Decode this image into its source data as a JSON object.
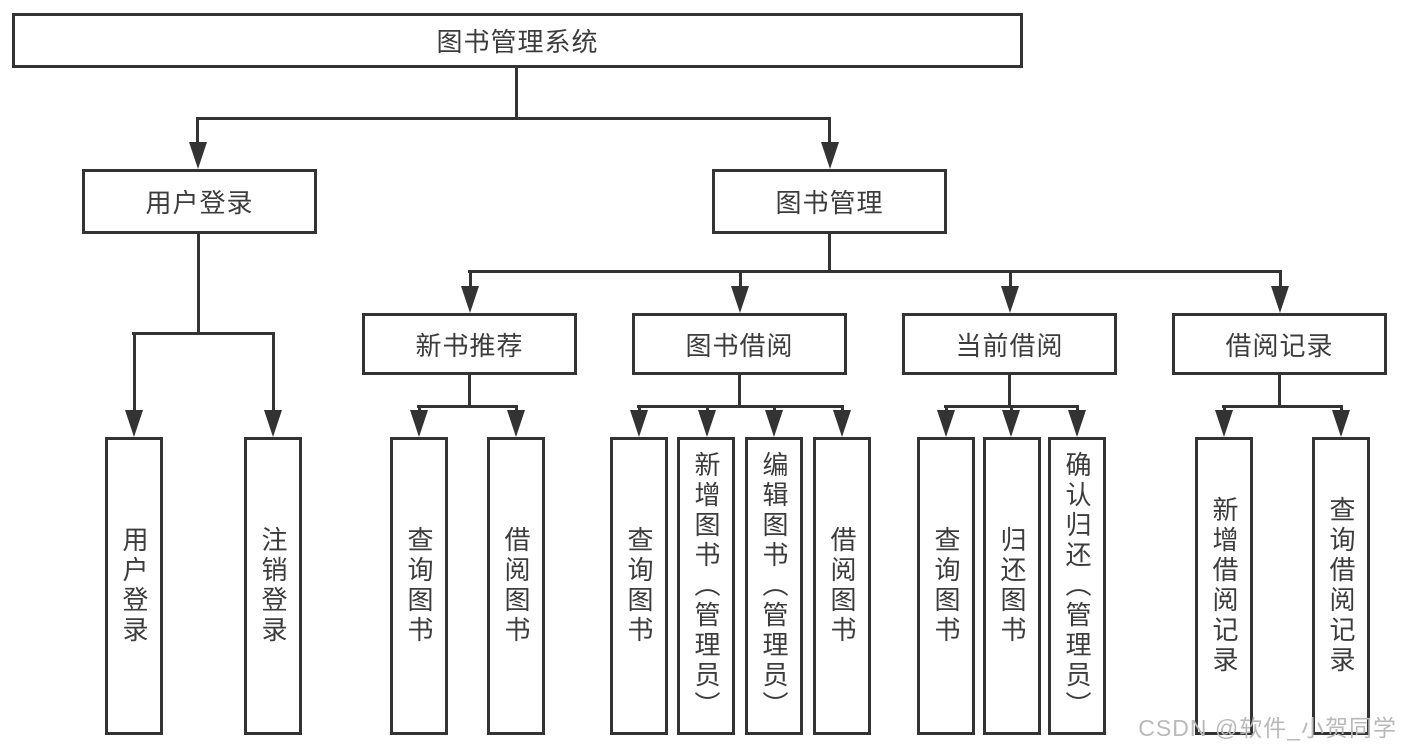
{
  "diagram": {
    "root": {
      "label": "图书管理系统"
    },
    "branches": [
      {
        "label": "用户登录",
        "children": [
          {
            "label": "用户登录"
          },
          {
            "label": "注销登录"
          }
        ]
      },
      {
        "label": "图书管理",
        "children": [
          {
            "label": "新书推荐",
            "children": [
              {
                "label": "查询图书"
              },
              {
                "label": "借阅图书"
              }
            ]
          },
          {
            "label": "图书借阅",
            "children": [
              {
                "label": "查询图书"
              },
              {
                "label": "新增图书（管理员）"
              },
              {
                "label": "编辑图书（管理员）"
              },
              {
                "label": "借阅图书"
              }
            ]
          },
          {
            "label": "当前借阅",
            "children": [
              {
                "label": "查询图书"
              },
              {
                "label": "归还图书"
              },
              {
                "label": "确认归还（管理员）"
              }
            ]
          },
          {
            "label": "借阅记录",
            "children": [
              {
                "label": "新增借阅记录"
              },
              {
                "label": "查询借阅记录"
              }
            ]
          }
        ]
      }
    ]
  },
  "watermark": {
    "text": "CSDN @软件_小贺同学"
  },
  "colors": {
    "line": "#333333",
    "text": "#3c3c3c",
    "background": "#ffffff",
    "watermark": "#b9b9b9"
  }
}
